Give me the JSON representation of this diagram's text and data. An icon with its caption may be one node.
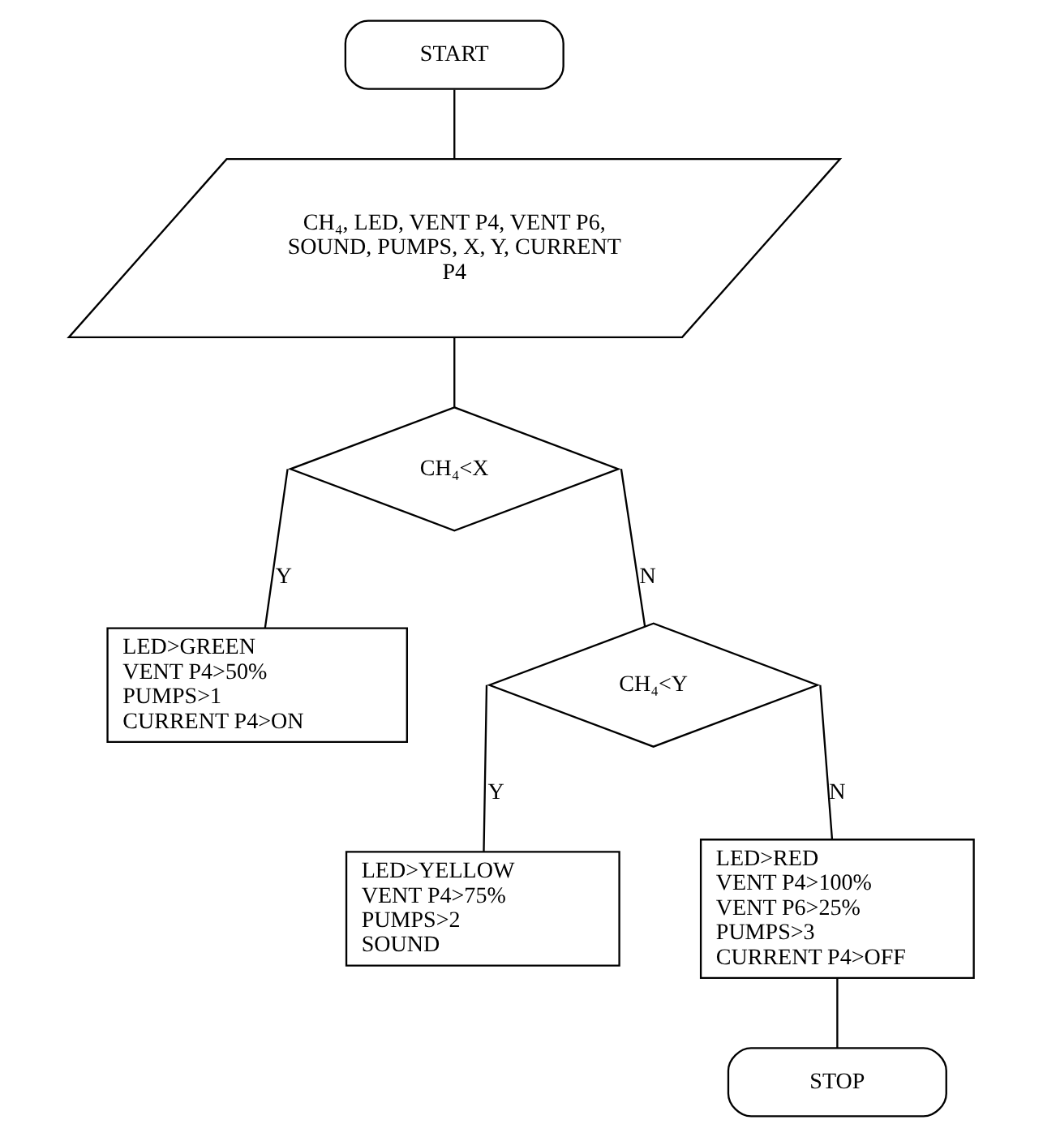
{
  "diagram": {
    "nodes": [
      {
        "text": [
          "START"
        ]
      },
      {
        "text": [
          "CH₄, LED, VENT P4, VENT P6, SOUND, PUMPS, X, Y, CURRENT P4"
        ]
      },
      {
        "text": [
          "CH₄<X"
        ]
      },
      {
        "text": [
          "LED>GREEN",
          "VENT P4>50%",
          "PUMPS>1",
          "CURRENT P4>ON"
        ]
      },
      {
        "text": [
          "CH₄<Y"
        ]
      },
      {
        "text": [
          "LED>YELLOW",
          "VENT P4>75%",
          "PUMPS>2",
          "SOUND"
        ]
      },
      {
        "text": [
          "LED>RED",
          "VENT P4>100%",
          "VENT P6>25%",
          "PUMPS>3",
          "CURRENT P4>OFF"
        ]
      },
      {
        "text": [
          "STOP"
        ]
      }
    ],
    "edges": [
      {
        "from": 0,
        "to": 1,
        "arrow": "none"
      },
      {
        "from": 1,
        "to": 2,
        "arrow": "none"
      },
      {
        "from": 2,
        "to": 3,
        "label": "Y",
        "arrow": "none"
      },
      {
        "from": 2,
        "to": 4,
        "label": "N",
        "arrow": "none"
      },
      {
        "from": 4,
        "to": 5,
        "label": "Y",
        "arrow": "none"
      },
      {
        "from": 4,
        "to": 6,
        "label": "N",
        "arrow": "none"
      },
      {
        "from": 6,
        "to": 7,
        "arrow": "none"
      }
    ]
  }
}
